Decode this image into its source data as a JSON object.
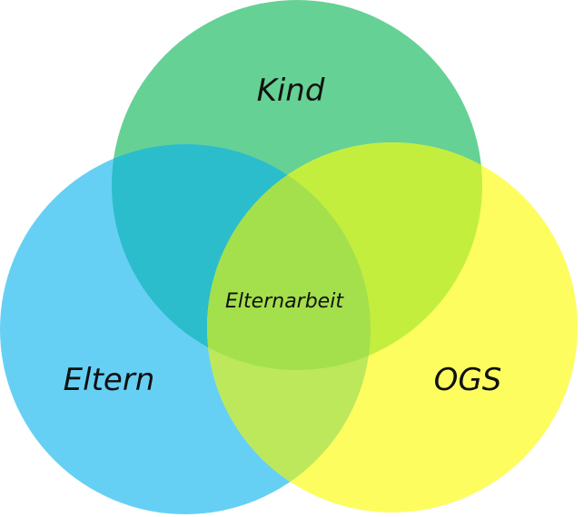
{
  "diagram": {
    "type": "venn",
    "sets": [
      {
        "label": "Kind",
        "color": "#66d195"
      },
      {
        "label": "Eltern",
        "color": "#66d0f4"
      },
      {
        "label": "OGS",
        "color": "#fdfd60"
      }
    ],
    "overlap_colors": {
      "kind_eltern": "#2bbdcb",
      "kind_ogs": "#c4ee3e",
      "eltern_ogs": "#bde85b",
      "all": "#a4e04c"
    },
    "center_label": "Elternarbeit"
  }
}
